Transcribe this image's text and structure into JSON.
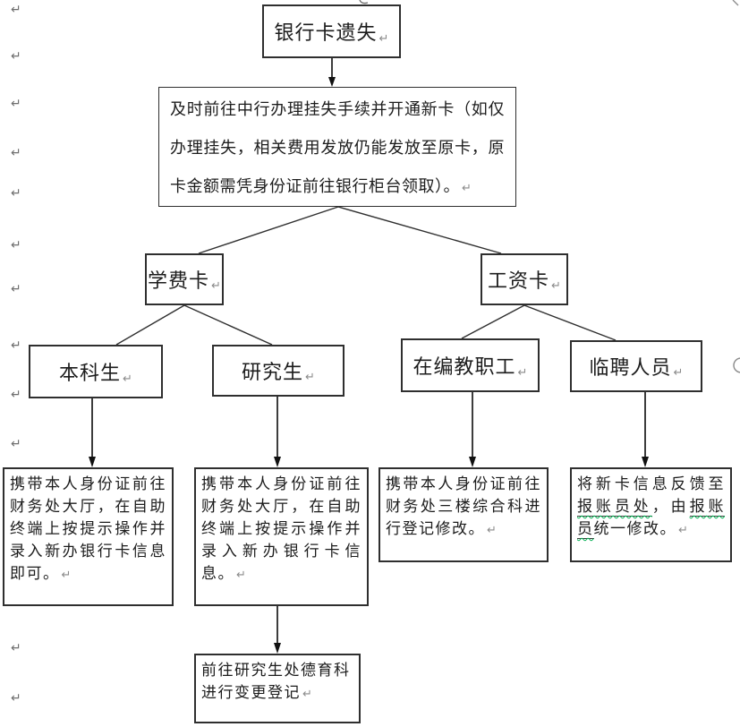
{
  "doc": {
    "paragraph_mark": "↵",
    "nodes": {
      "root": "银行卡遗失",
      "instruction": "及时前往中行办理挂失手续并开通新卡（如仅办理挂失，相关费用发放仍能发放至原卡，原卡金额需凭身份证前往银行柜台领取）。",
      "tuition_card": "学费卡",
      "salary_card": "工资卡",
      "undergraduate": "本科生",
      "graduate": "研究生",
      "regular_staff": "在编教职工",
      "temporary_staff": "临聘人员",
      "undergraduate_action": "携带本人身份证前往财务处大厅，在自助终端上按提示操作并录入新办银行卡信息即可。",
      "graduate_action": "携带本人身份证前往财务处大厅，在自助终端上按提示操作并录入新办银行卡信息。",
      "regular_staff_action": "携带本人身份证前往财务处三楼综合科进行登记修改。",
      "temporary_staff_action": {
        "part1": "将新卡信息反馈至",
        "flagged1": "报账员处",
        "part2": "，由",
        "flagged2": "报账员",
        "part3": "统一修改。"
      },
      "graduate_followup": "前往研究生处德育科进行变更登记"
    },
    "colors": {
      "line": "#3d3d3d",
      "arrowhead": "#111111",
      "grammar_mark": "#00b050",
      "border": "#2f2f2f"
    }
  }
}
